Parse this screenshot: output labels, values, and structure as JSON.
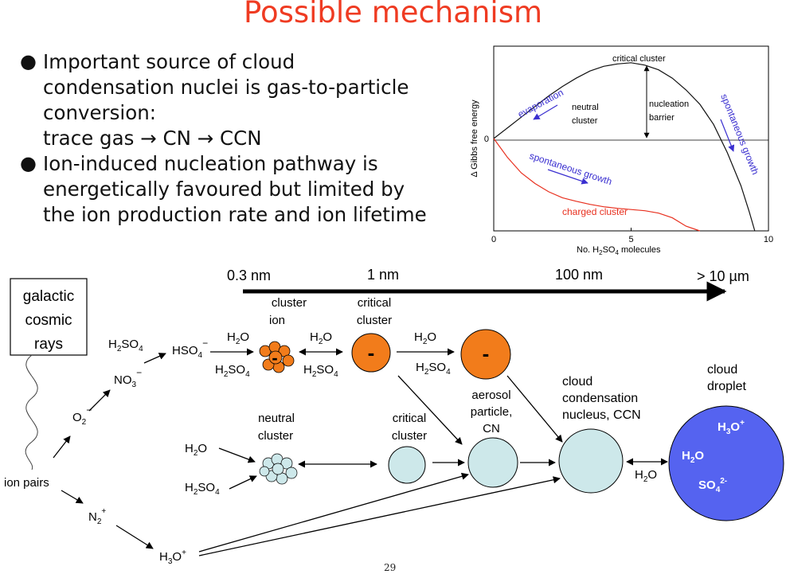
{
  "slide": {
    "title": "Possible mechanism",
    "page_number": "29",
    "bullets": [
      {
        "lines": [
          "Important source of cloud",
          "condensation nuclei is gas-to-particle",
          "conversion:",
          "trace gas → CN → CCN"
        ]
      },
      {
        "lines": [
          "Ion-induced nucleation pathway is",
          "energetically favoured but limited by",
          "the ion production rate and ion lifetime"
        ]
      }
    ]
  },
  "chart_data": {
    "type": "line",
    "xlabel_pre": "No. H",
    "xlabel_sub": "2",
    "xlabel_post": "SO",
    "xlabel_sub2": "4",
    "xlabel_end": " molecules",
    "ylabel": "Δ Gibbs free energy",
    "xlim": [
      0,
      10
    ],
    "ylim": [
      -3.9,
      3.9
    ],
    "xticks": [
      0,
      5,
      10
    ],
    "yticks": [
      0
    ],
    "grid": false,
    "series": [
      {
        "name": "neutral cluster",
        "color": "#111111",
        "x": [
          0,
          0.5,
          1,
          1.5,
          2,
          2.5,
          3,
          3.5,
          4,
          4.5,
          5,
          5.5,
          6,
          6.5,
          7,
          7.5,
          8,
          8.5,
          9,
          9.3,
          9.5
        ],
        "y": [
          0,
          0.45,
          0.9,
          1.35,
          1.8,
          2.2,
          2.55,
          2.85,
          3.05,
          3.15,
          3.2,
          3.1,
          2.9,
          2.55,
          2.05,
          1.45,
          0.6,
          -0.6,
          -2.0,
          -3.1,
          -3.9
        ]
      },
      {
        "name": "charged cluster",
        "color": "#e8301f",
        "x": [
          0,
          0.5,
          1,
          1.5,
          2,
          2.5,
          3,
          3.5,
          4,
          4.5,
          5,
          5.5,
          6,
          6.5,
          7,
          7.5
        ],
        "y": [
          0,
          -0.8,
          -1.45,
          -1.9,
          -2.25,
          -2.5,
          -2.65,
          -2.78,
          -2.88,
          -2.95,
          -3.0,
          -3.05,
          -3.15,
          -3.35,
          -3.7,
          -3.9
        ]
      }
    ],
    "annotations": {
      "critical_cluster": "critical cluster",
      "neutral": "neutral",
      "cluster": "cluster",
      "nucleation": "nucleation",
      "barrier": "barrier",
      "evaporation": "evaporation",
      "spontaneous_growth": "spontaneous growth",
      "charged_cluster": "charged cluster"
    },
    "colors": {
      "arrow_text": "#3a2fd0"
    }
  },
  "diagram": {
    "scale": {
      "s0": "0.3 nm",
      "s1": "1 nm",
      "s2": "100 nm",
      "s3": "> 10 µm"
    },
    "gcr": [
      "galactic",
      "cosmic",
      "rays"
    ],
    "ion_pairs": "ion pairs",
    "o2": "O",
    "o2_sub": "2",
    "o2_sup": "−",
    "no3": "NO",
    "no3_sub": "3",
    "no3_sup": "−",
    "h2so4_a": "H",
    "h2so4_b": "2",
    "h2so4_c": "SO",
    "h2so4_d": "4",
    "hso4": "HSO",
    "hso4_sub": "4",
    "hso4_sup": "−",
    "n2": "N",
    "n2_sub": "2",
    "n2_sup": "+",
    "h3o": "H",
    "h3o_sub": "3",
    "h3o_end": "O",
    "h3o_sup": "+",
    "h2o_a": "H",
    "h2o_b": "2",
    "h2o_c": "O",
    "cluster_ion": [
      "cluster",
      "ion"
    ],
    "critical_cluster": [
      "critical",
      "cluster"
    ],
    "neutral_cluster": [
      "neutral",
      "cluster"
    ],
    "aerosol": [
      "aerosol",
      "particle,",
      "CN"
    ],
    "ccn": [
      "cloud",
      "condensation",
      "nucleus, CCN"
    ],
    "droplet": [
      "cloud",
      "droplet"
    ],
    "minus": "-",
    "so4": "SO",
    "so4_sub": "4",
    "so4_sup": "2-",
    "colors": {
      "orange": "#f27c1b",
      "lightblue": "#cde8ea",
      "droplet": "#5563f0"
    }
  }
}
